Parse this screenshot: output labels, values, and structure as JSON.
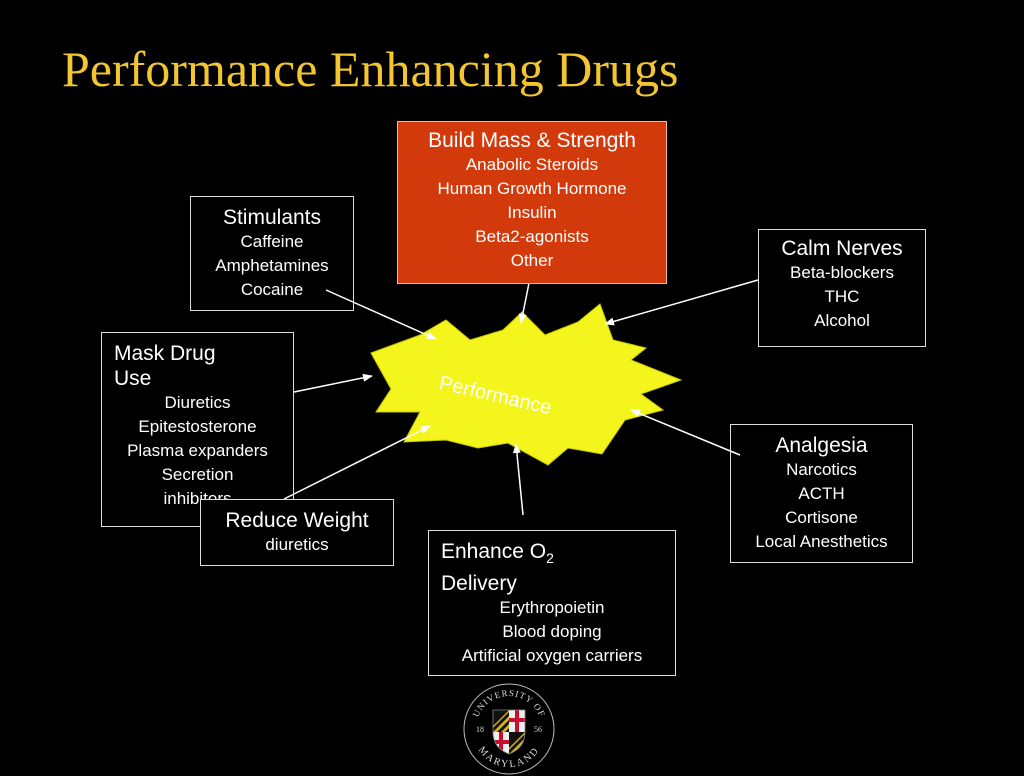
{
  "title": "Performance Enhancing Drugs",
  "center": {
    "label": "Performance",
    "color": "#f5f51e"
  },
  "accent_color": "#d23a0c",
  "title_color": "#f2c531",
  "boxes": {
    "build": {
      "head": "Build Mass & Strength",
      "items": [
        "Anabolic Steroids",
        "Human Growth Hormone",
        "Insulin",
        "Beta2-agonists",
        "Other"
      ]
    },
    "stimulants": {
      "head": "Stimulants",
      "items": [
        "Caffeine",
        "Amphetamines",
        "Cocaine"
      ]
    },
    "calm": {
      "head": "Calm Nerves",
      "items": [
        "Beta-blockers",
        "THC",
        "Alcohol"
      ]
    },
    "mask": {
      "head_line1": "Mask Drug",
      "head_line2": "Use",
      "items": [
        "Diuretics",
        "Epitestosterone",
        "Plasma expanders",
        "Secretion",
        "inhibitors"
      ]
    },
    "analgesia": {
      "head": "Analgesia",
      "items": [
        "Narcotics",
        "ACTH",
        "Cortisone",
        "Local Anesthetics"
      ]
    },
    "reduce": {
      "head": "Reduce Weight",
      "items": [
        "diuretics"
      ]
    },
    "enhance": {
      "head_prefix": "Enhance O",
      "head_sub": "2",
      "head_line2": "Delivery",
      "items": [
        "Erythropoietin",
        "Blood doping",
        "Artificial oxygen carriers"
      ]
    }
  },
  "logo": {
    "text_top": "UNIVERSITY OF",
    "text_bottom": "MARYLAND",
    "year_left": "18",
    "year_right": "56"
  }
}
